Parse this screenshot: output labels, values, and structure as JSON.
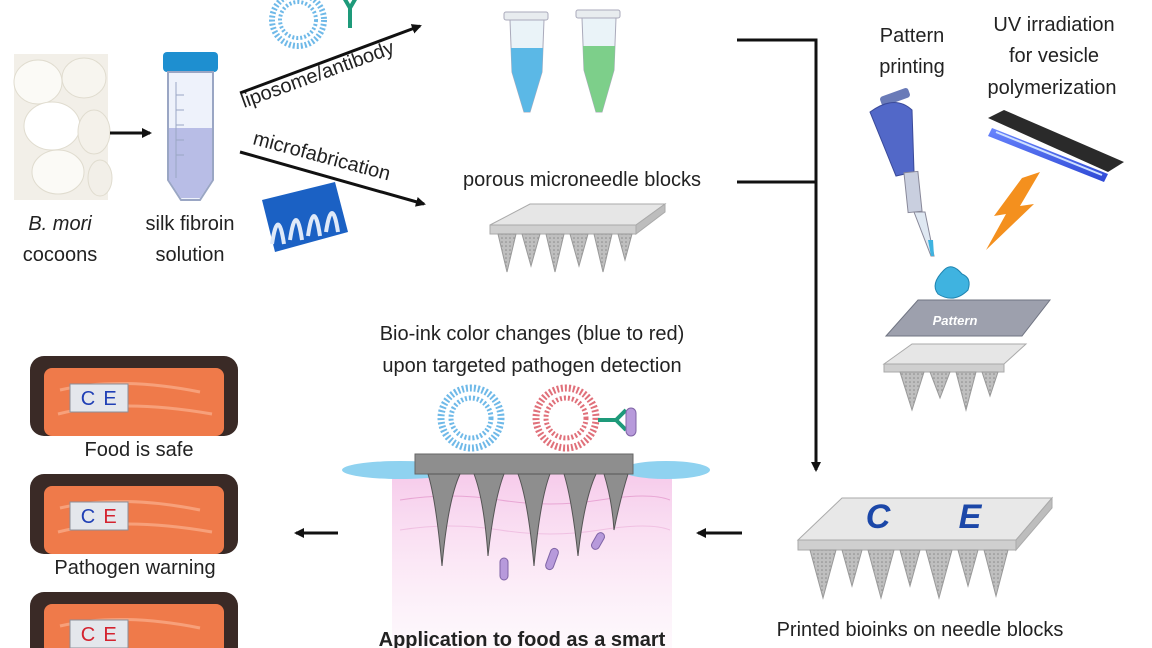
{
  "source": {
    "species": "B. mori",
    "material": "cocoons",
    "solution_line1": "silk fibroin",
    "solution_line2": "solution"
  },
  "branches": {
    "top": "liposome/antibody",
    "bottom": "microfabrication"
  },
  "blocks_label": "porous microneedle blocks",
  "printing": {
    "pattern_line1": "Pattern",
    "pattern_line2": "printing",
    "uv_line1": "UV irradiation",
    "uv_line2": "for vesicle",
    "uv_line3": "polymerization",
    "pattern_plate": "Pattern"
  },
  "printed": {
    "label": "Printed bioinks on needle blocks",
    "letter1": "C",
    "letter2": "E"
  },
  "detection": {
    "line1": "Bio-ink color changes (blue to red)",
    "line2": "upon targeted pathogen detection",
    "application": "Application to food as a smart"
  },
  "food_states": [
    {
      "caption": "Food is safe",
      "c": "C",
      "e": "E"
    },
    {
      "caption": "Pathogen warning",
      "c": "C",
      "e": "E"
    },
    {
      "caption": "",
      "c": "C",
      "e": "E"
    }
  ],
  "colors": {
    "tube_blue": "#5bb8e6",
    "tube_green": "#7dcf8a",
    "liposome_blue": "#6fb9e8",
    "liposome_red": "#e0707a",
    "salmon": "#ef7a4a",
    "tray": "#3a2a26",
    "lightning": "#f4901e",
    "uv_light": "#4a6cf0"
  }
}
